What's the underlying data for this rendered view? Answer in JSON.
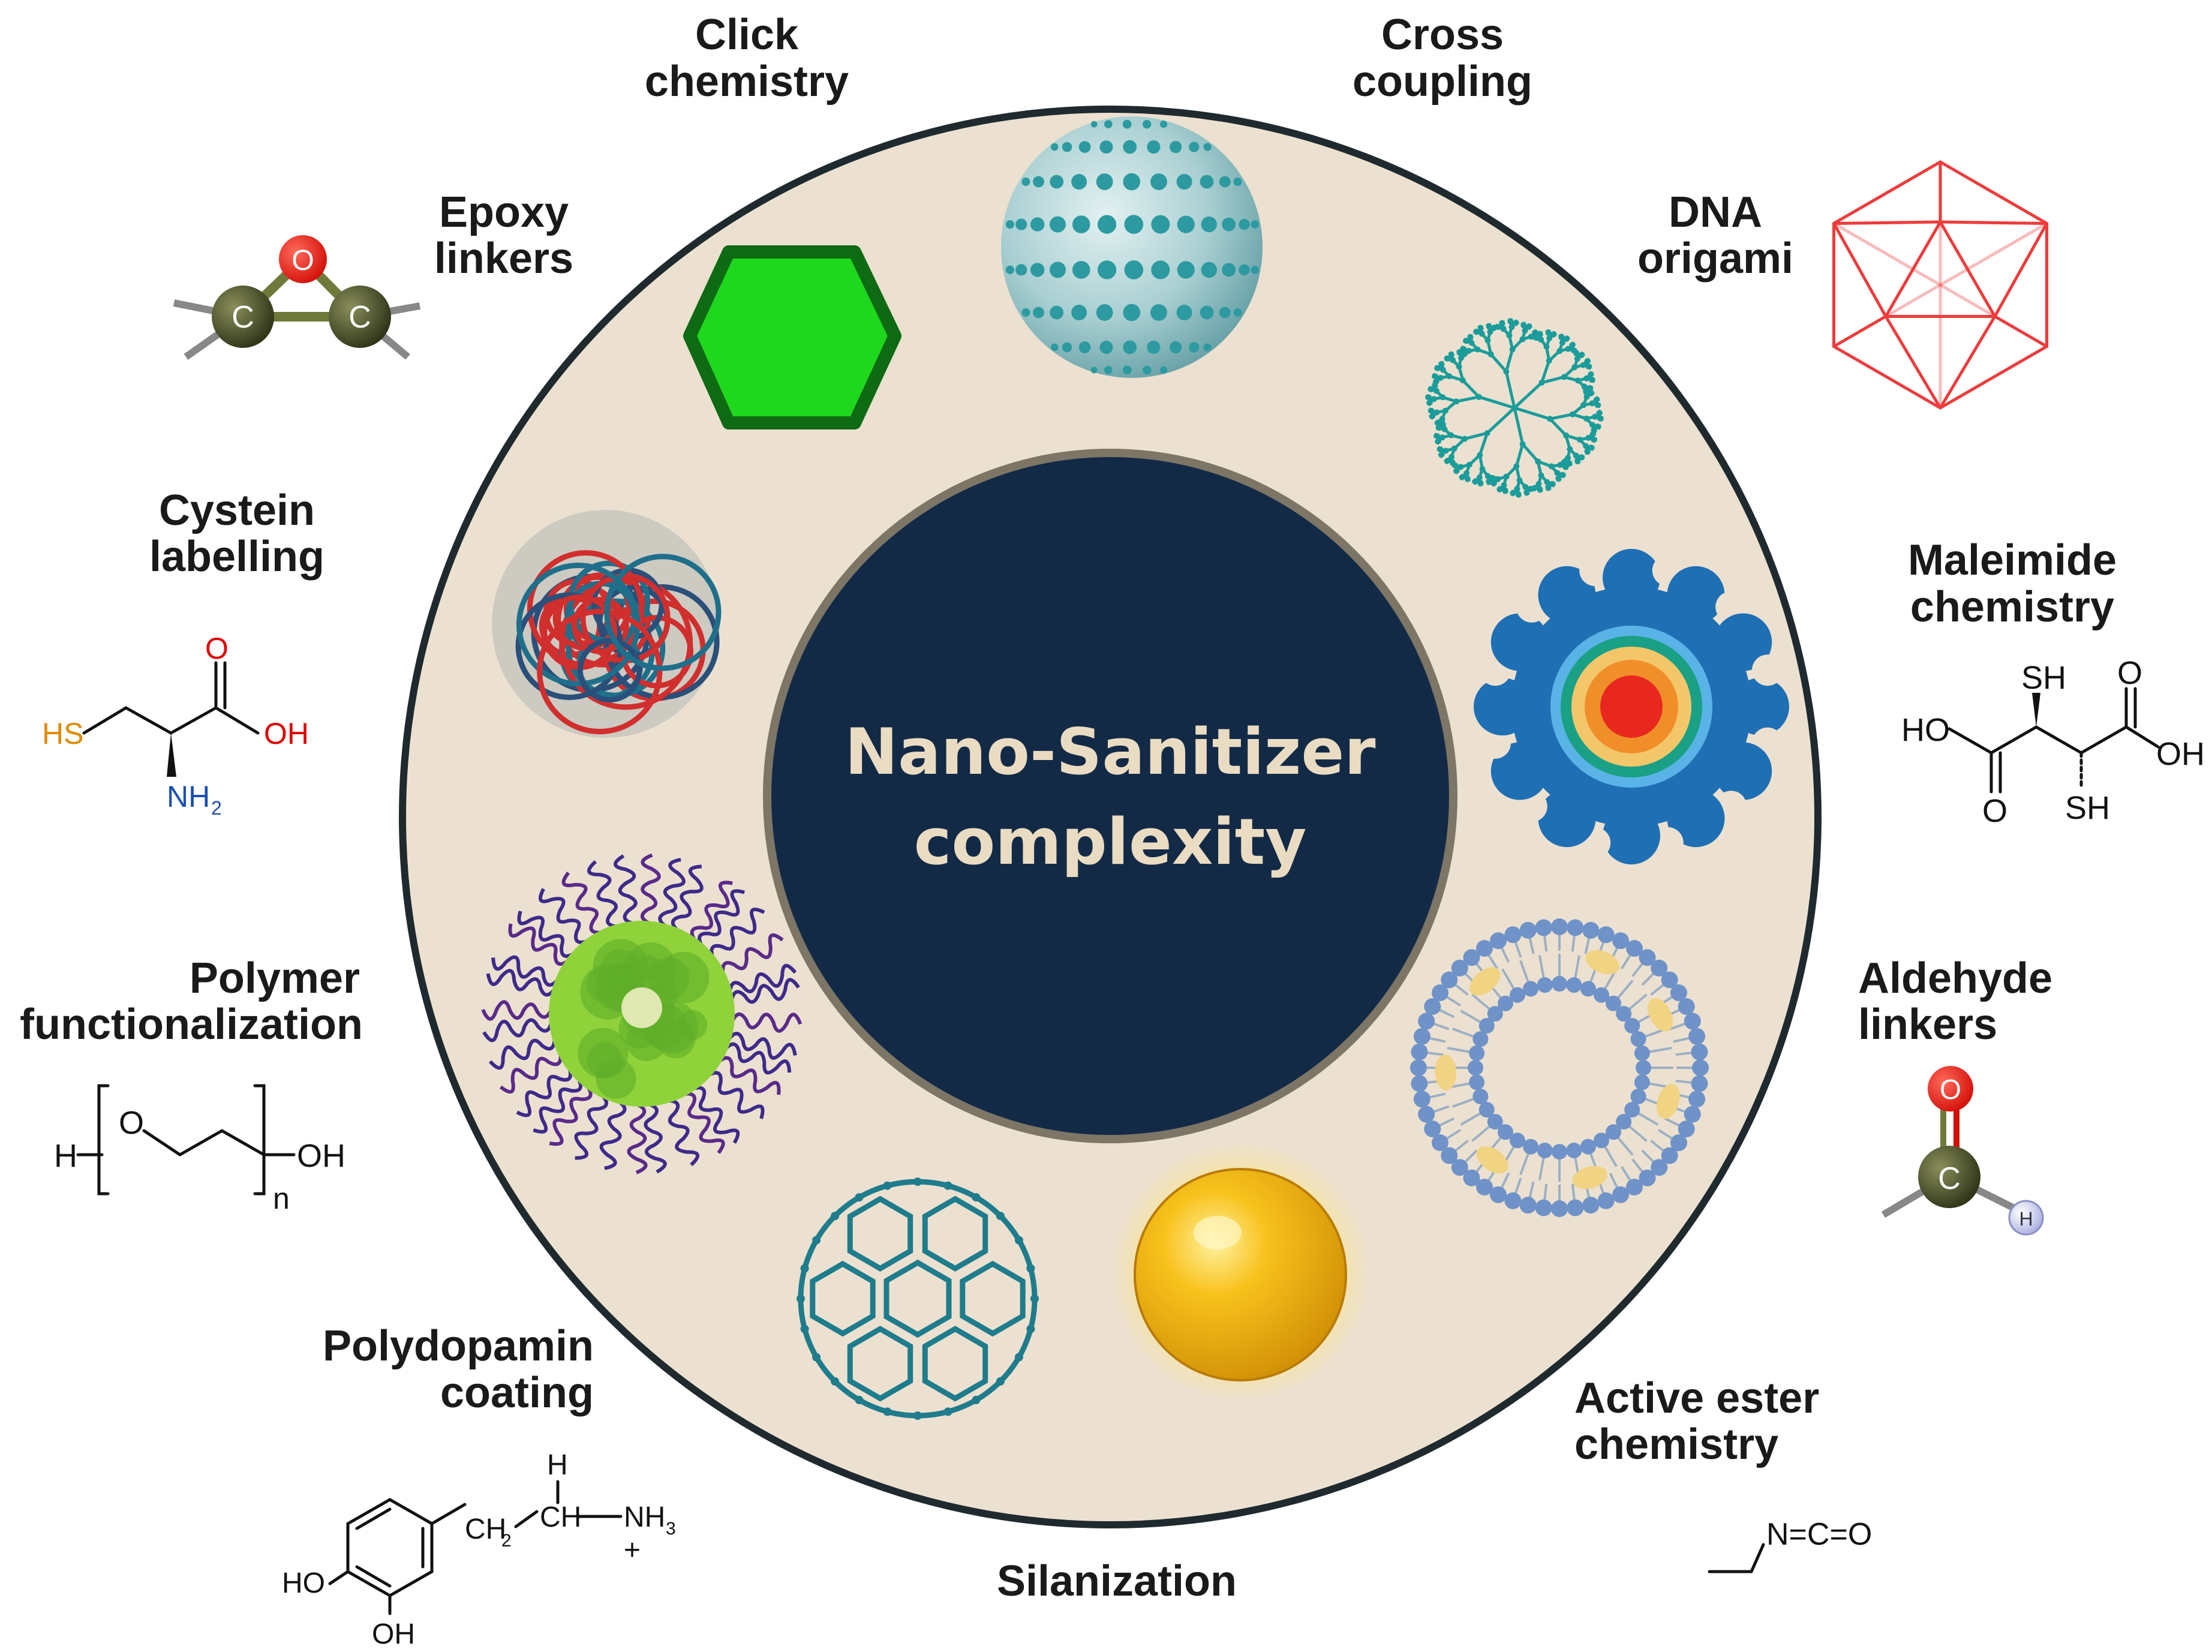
{
  "center": {
    "line1": "Nano-Sanitizer",
    "line2": "complexity"
  },
  "labels": {
    "click": [
      "Click",
      "chemistry"
    ],
    "cross": [
      "Cross",
      "coupling"
    ],
    "epoxy": [
      "Epoxy",
      "linkers"
    ],
    "dna": [
      "DNA",
      "origami"
    ],
    "cystein": [
      "Cystein",
      "labelling"
    ],
    "maleimide": [
      "Maleimide",
      "chemistry"
    ],
    "polymer": [
      "Polymer",
      "functionalization"
    ],
    "aldehyde": [
      "Aldehyde",
      "linkers"
    ],
    "polydopamin": [
      "Polydopamin",
      "coating"
    ],
    "active": [
      "Active ester",
      "chemistry"
    ],
    "silanization": "Silanization"
  },
  "chem": {
    "epoxy_o": "O",
    "epoxy_c": "C",
    "cys_hs": "HS",
    "cys_o": "O",
    "cys_oh": "OH",
    "cys_nh2": "NH",
    "cys_sub2": "2",
    "mal_sh1": "SH",
    "mal_o1": "O",
    "mal_ho": "HO",
    "mal_oh": "OH",
    "mal_o2": "O",
    "mal_sh2": "SH",
    "peg_h": "H",
    "peg_o": "O",
    "peg_oh": "OH",
    "peg_n": "n",
    "ald_o": "O",
    "ald_c": "C",
    "ald_h": "H",
    "dop_h": "H",
    "dop_ch2": "CH",
    "dop_sub2": "2",
    "dop_ch": "CH",
    "dop_nh3": "NH",
    "dop_sub3": "3",
    "dop_plus": "+",
    "dop_ho": "HO",
    "dop_oh": "OH",
    "iso": "N=C=O"
  },
  "colors": {
    "ring_fill": "#ece1d0",
    "ring_stroke": "#1f2a2f",
    "center_fill": "#132a47",
    "center_text": "#eadcc2",
    "hexagon": "#1ed81e",
    "hexagon_border": "#0e6a13"
  },
  "icons": [
    "hexagon-nanoparticle-icon",
    "dotted-sphere-icon",
    "dendrimer-icon",
    "micelle-shell-icon",
    "liposome-icon",
    "gold-nanoparticle-icon",
    "fullerene-icon",
    "polymer-coated-particle-icon",
    "polymer-tangle-icon",
    "dna-origami-icosahedron-icon"
  ]
}
